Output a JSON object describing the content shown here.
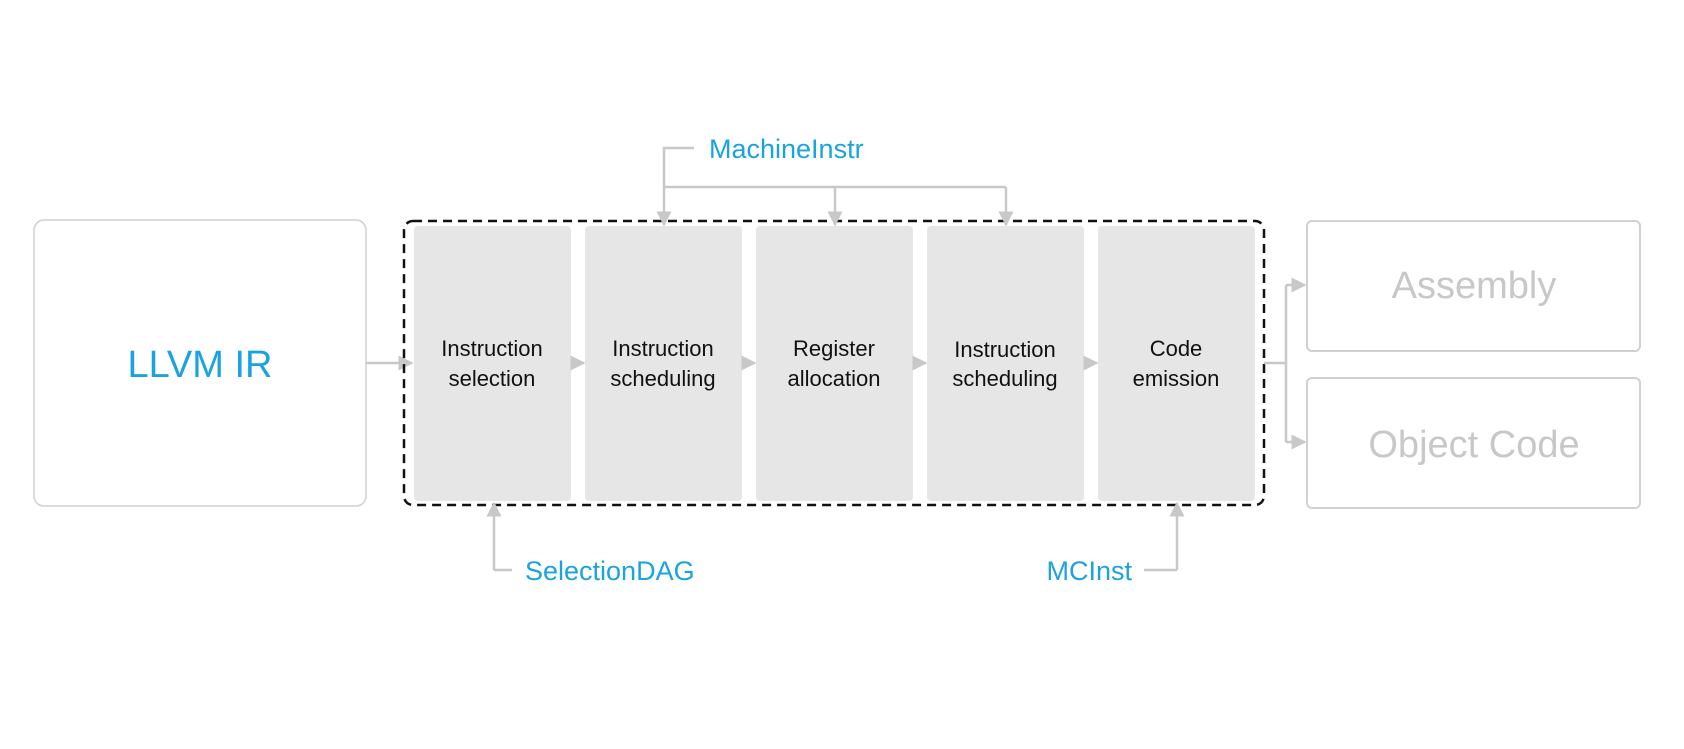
{
  "input": {
    "label": "LLVM IR"
  },
  "stages": [
    {
      "line1": "Instruction",
      "line2": "selection"
    },
    {
      "line1": "Instruction",
      "line2": "scheduling"
    },
    {
      "line1": "Register",
      "line2": "allocation"
    },
    {
      "line1": "Instruction",
      "line2": "scheduling"
    },
    {
      "line1": "Code",
      "line2": "emission"
    }
  ],
  "representations": {
    "machine_instr": "MachineInstr",
    "selection_dag": "SelectionDAG",
    "mc_inst": "MCInst"
  },
  "outputs": [
    {
      "label": "Assembly"
    },
    {
      "label": "Object Code"
    }
  ],
  "colors": {
    "accent": "#1aa3e0",
    "stage_fill": "#e6e6e6",
    "connector": "#c8c8c8",
    "box_border": "#d0d0d0",
    "output_text": "#c8c8c8",
    "stage_text": "#111111",
    "dashed_border": "#111111"
  }
}
